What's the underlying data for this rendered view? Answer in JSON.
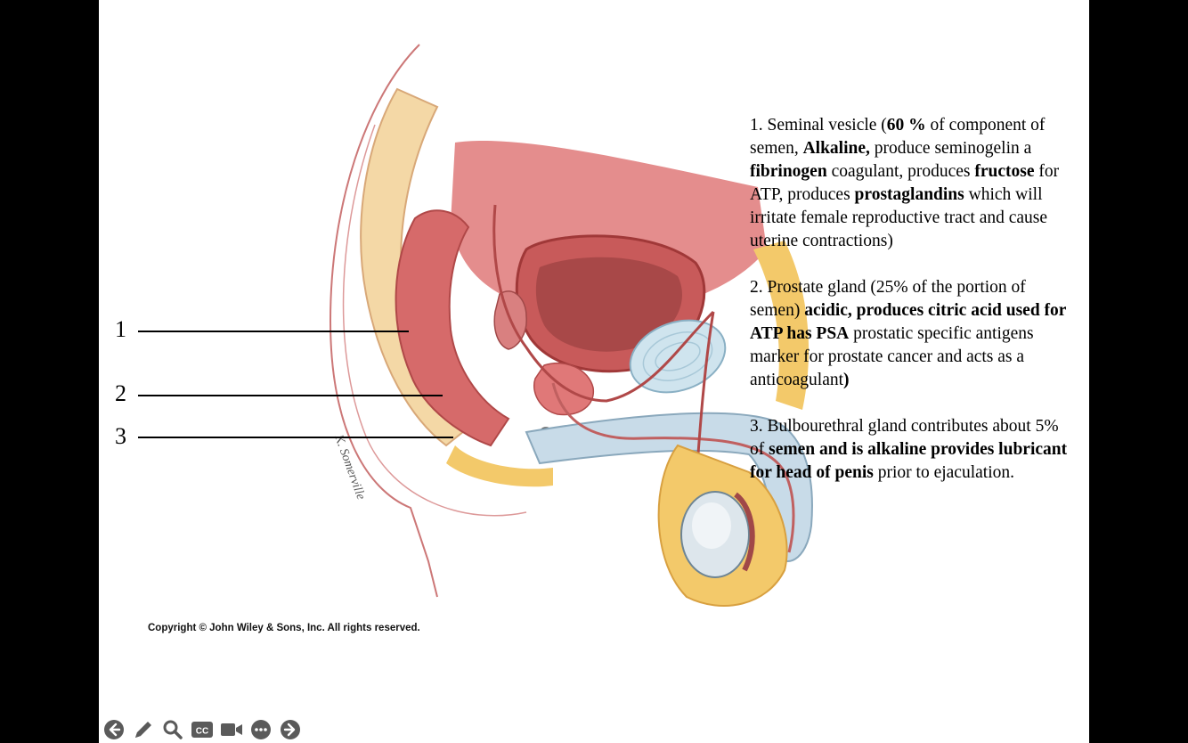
{
  "diagram": {
    "labels": [
      {
        "num": "1",
        "part": "seminal-vesicle"
      },
      {
        "num": "2",
        "part": "prostate-gland"
      },
      {
        "num": "3",
        "part": "bulbourethral-gland"
      }
    ],
    "artist_signature": "K. Somerville",
    "copyright": "Copyright © John Wiley & Sons, Inc. All rights reserved."
  },
  "notes": [
    {
      "runs": [
        {
          "t": "1. Seminal vesicle (",
          "b": false
        },
        {
          "t": "60 %",
          "b": true
        },
        {
          "t": " of component of semen, ",
          "b": false
        },
        {
          "t": "Alkaline,",
          "b": true
        },
        {
          "t": " produce seminogelin a ",
          "b": false
        },
        {
          "t": "fibrinogen",
          "b": true
        },
        {
          "t": " coagulant, produces ",
          "b": false
        },
        {
          "t": "fructose",
          "b": true
        },
        {
          "t": " for ATP, produces ",
          "b": false
        },
        {
          "t": "prostaglandins",
          "b": true
        },
        {
          "t": " which will irritate female reproductive tract and cause uterine contractions)",
          "b": false
        }
      ]
    },
    {
      "runs": [
        {
          "t": "2. Prostate gland (25% of the portion of semen) ",
          "b": false
        },
        {
          "t": "acidic, produces citric acid used for ATP has PSA",
          "b": true
        },
        {
          "t": " prostatic specific antigens marker for prostate cancer and acts as a anticoagulant",
          "b": false
        },
        {
          "t": ")",
          "b": true
        }
      ]
    },
    {
      "runs": [
        {
          "t": "3. Bulbourethral gland contributes about 5% of ",
          "b": false
        },
        {
          "t": "semen and is alkaline provides lubricant for head of penis",
          "b": true
        },
        {
          "t": " prior to ejaculation.",
          "b": false
        }
      ]
    }
  ],
  "toolbar": [
    {
      "name": "previous-slide-button",
      "icon": "arrow-left-circle-icon"
    },
    {
      "name": "pen-tool-button",
      "icon": "pencil-icon"
    },
    {
      "name": "zoom-button",
      "icon": "magnifier-icon"
    },
    {
      "name": "captions-button",
      "icon": "cc-icon"
    },
    {
      "name": "camera-button",
      "icon": "video-camera-icon"
    },
    {
      "name": "more-options-button",
      "icon": "ellipsis-circle-icon"
    },
    {
      "name": "next-slide-button",
      "icon": "arrow-right-circle-icon"
    }
  ],
  "colors": {
    "background": "#000000",
    "slide": "#ffffff",
    "text": "#000000",
    "icon": "#5a5a5a"
  }
}
